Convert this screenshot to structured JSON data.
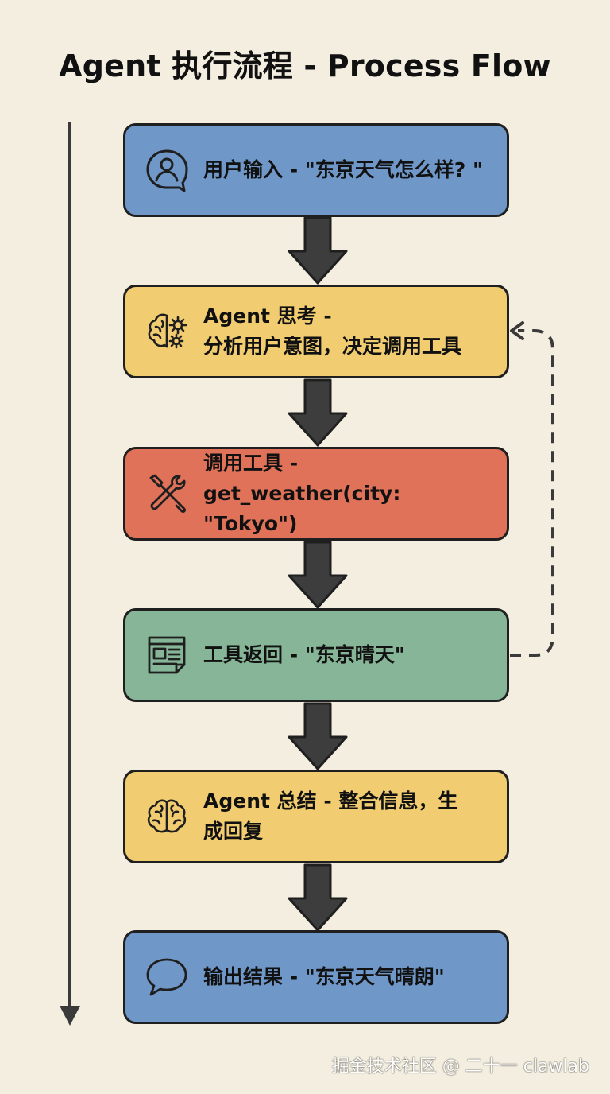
{
  "title": "Agent 执行流程 - Process Flow",
  "steps": [
    {
      "text": "用户输入 - \"东京天气怎么样? \"",
      "icon": "user-chat-icon",
      "color": "#6f97c8"
    },
    {
      "text": "Agent 思考 -\n分析用户意图，决定调用工具",
      "icon": "brain-gear-icon",
      "color": "#f1cc70"
    },
    {
      "text": "调用工具 -\nget_weather(city: \"Tokyo\")",
      "icon": "wrench-screwdriver-icon",
      "color": "#df7258"
    },
    {
      "text": "工具返回 - \"东京晴天\"",
      "icon": "document-icon",
      "color": "#86b597"
    },
    {
      "text": "Agent 总结 - 整合信息，生\n成回复",
      "icon": "brain-icon",
      "color": "#f1cc70"
    },
    {
      "text": "输出结果 - \"东京天气晴朗\"",
      "icon": "speech-bubble-icon",
      "color": "#6f97c8"
    }
  ],
  "watermark": "掘金技术社区 @ 二十一 clawlab"
}
